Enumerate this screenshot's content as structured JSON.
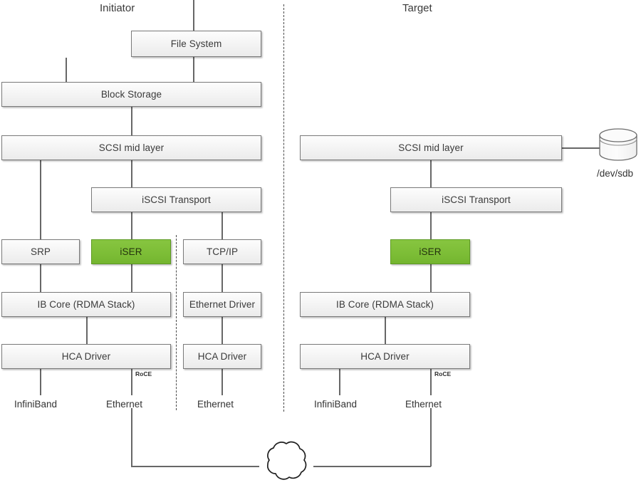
{
  "diagram": {
    "title_left": "Initiator",
    "title_right": "Target",
    "accent_green": "#7cbd36",
    "box_border": "#7a7a7a",
    "line_color": "#676767"
  },
  "initiator": {
    "header": "Initiator",
    "nodes": {
      "file_system": "File System",
      "block_storage": "Block Storage",
      "scsi_mid_layer": "SCSI mid layer",
      "iscsi_transport": "iSCSI Transport",
      "srp": "SRP",
      "iser": "iSER",
      "tcp_ip": "TCP/IP",
      "ib_core": "IB Core (RDMA Stack)",
      "ethernet_driver": "Ethernet Driver",
      "hca_driver_rdma": "HCA Driver",
      "hca_driver_eth": "HCA Driver"
    },
    "edge_labels": {
      "infiniband": "InfiniBand",
      "ethernet_roce": "Ethernet",
      "ethernet_tcp": "Ethernet",
      "roce": "RoCE"
    }
  },
  "target": {
    "header": "Target",
    "nodes": {
      "scsi_mid_layer": "SCSI mid layer",
      "iscsi_transport": "iSCSI Transport",
      "iser": "iSER",
      "ib_core": "IB Core (RDMA Stack)",
      "hca_driver": "HCA Driver"
    },
    "storage_device": "/dev/sdb",
    "edge_labels": {
      "infiniband": "InfiniBand",
      "ethernet": "Ethernet",
      "roce": "RoCE"
    }
  },
  "network": {
    "cloud_label": ""
  }
}
